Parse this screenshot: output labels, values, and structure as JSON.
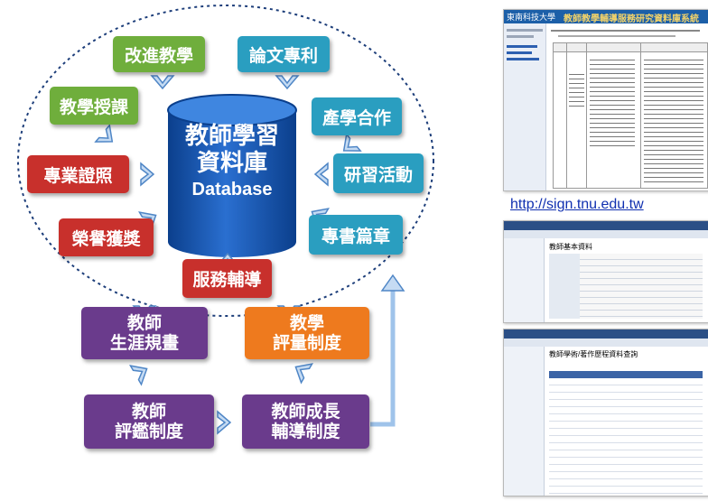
{
  "diagram": {
    "database": {
      "title_line1": "教師學習",
      "title_line2": "資料庫",
      "subtitle": "Database"
    },
    "inputs": [
      {
        "id": "improve-teaching",
        "label": "改進教學",
        "color": "#6fae3c"
      },
      {
        "id": "papers-patents",
        "label": "論文專利",
        "color": "#2a9ec0"
      },
      {
        "id": "teaching-courses",
        "label": "教學授課",
        "color": "#6fae3c"
      },
      {
        "id": "industry-cooperation",
        "label": "產學合作",
        "color": "#2a9ec0"
      },
      {
        "id": "professional-license",
        "label": "專業證照",
        "color": "#c8302c"
      },
      {
        "id": "seminar-activities",
        "label": "研習活動",
        "color": "#2a9ec0"
      },
      {
        "id": "honors-awards",
        "label": "榮譽獲獎",
        "color": "#c8302c"
      },
      {
        "id": "books-chapters",
        "label": "專書篇章",
        "color": "#2a9ec0"
      },
      {
        "id": "service-counseling",
        "label": "服務輔導",
        "color": "#c8302c"
      }
    ],
    "outputs": [
      {
        "id": "career-planning",
        "line1": "教師",
        "line2": "生涯規畫",
        "color": "#6a3b8c"
      },
      {
        "id": "teaching-evaluation",
        "line1": "教學",
        "line2": "評量制度",
        "color": "#ee7a1e"
      },
      {
        "id": "teacher-appraisal",
        "line1": "教師",
        "line2": "評鑑制度",
        "color": "#6a3b8c"
      },
      {
        "id": "growth-counseling",
        "line1": "教師成長",
        "line2": "輔導制度",
        "color": "#6a3b8c"
      }
    ]
  },
  "screenshots": {
    "url": "http://sign.tnu.edu.tw",
    "shot1": {
      "banner_school": "東南科技大學",
      "banner_title": "教師教學輔導服務研究資料庫系統"
    },
    "shot2": {
      "heading": "教師基本資料"
    },
    "shot3": {
      "heading": "教師學術/著作歷程資料查詢"
    }
  }
}
